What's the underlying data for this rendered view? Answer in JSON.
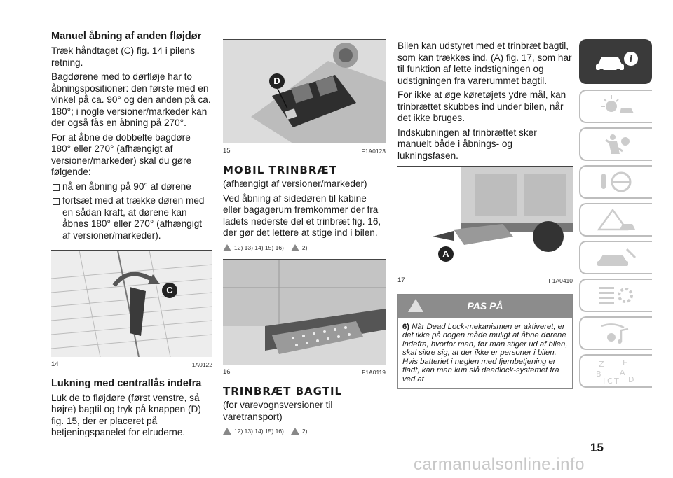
{
  "col1": {
    "heading": "Manuel åbning af anden fløjdør",
    "p1": "Træk håndtaget (C) fig. 14 i pilens retning.",
    "p2": "Bagdørene med to dørfløje har to åbningspositioner: den første med en vinkel på ca. 90° og den anden på ca. 180°; i nogle versioner/markeder kan der også fås en åbning på 270°.",
    "p3": "For at åbne de dobbelte bagdøre 180° eller 270° (afhængigt af versioner/markeder) skal du gøre følgende:",
    "bullet1": "nå en åbning på 90° af dørene",
    "bullet2": "fortsæt med at trække døren med en sådan kraft, at dørene kan åbnes 180° eller 270° (afhængigt af versioner/markeder).",
    "fig_num": "14",
    "fig_code": "F1A0122",
    "fig_marker": "C",
    "heading2": "Lukning med centrallås indefra",
    "p4": "Luk de to fløjdøre (først venstre, så højre) bagtil og tryk på knappen (D) fig. 15, der er placeret på betjeningspanelet for elruderne."
  },
  "col2": {
    "fig_num": "15",
    "fig_code": "F1A0123",
    "fig_marker": "D",
    "heading1": "MOBIL TRINBRÆT",
    "p1": "(afhængigt af versioner/markeder)",
    "p2": "Ved åbning af sidedøren til kabine eller bagagerum fremkommer der fra ladets nederste del et trinbræt fig. 16, der gør det lettere at stige ind i bilen.",
    "refs1": "12) 13) 14) 15) 16)",
    "refs1b": "2)",
    "fig2_num": "16",
    "fig2_code": "F1A0119",
    "heading2": "TRINBRÆT BAGTIL",
    "p3": "(for varevognsversioner til varetransport)",
    "refs2": "12) 13) 14) 15) 16)",
    "refs2b": "2)"
  },
  "col3": {
    "p1": "Bilen kan udstyret med et trinbræt bagtil, som kan trækkes ind, (A) fig. 17, som har til funktion af lette indstigningen og udstigningen fra varerummet bagtil.",
    "p2": "For ikke at øge køretøjets ydre mål, kan trinbrættet skubbes ind under bilen, når det ikke bruges.",
    "p3": "Indskubningen af trinbrættet sker manuelt både i åbnings- og lukningsfasen.",
    "fig_num": "17",
    "fig_code": "F1A0410",
    "fig_marker": "A",
    "caution_title": "PAS PÅ",
    "caution_num": "6)",
    "caution_text": "Når Dead Lock-mekanismen er aktiveret, er det ikke på nogen måde muligt at åbne dørene indefra, hvorfor man, før man stiger ud af bilen, skal sikre sig, at der ikke er personer i bilen. Hvis batteriet i nøglen med fjernbetjening er fladt, kan man kun slå deadlock-systemet fra ved at"
  },
  "sidebar": {
    "tabs": [
      "car-info-icon",
      "light-icon",
      "airbag-icon",
      "steering-icon",
      "warning-road-icon",
      "service-icon",
      "specs-gear-icon",
      "media-icon",
      "index-letters-icon"
    ],
    "index_letters": [
      "Z",
      "E",
      "B",
      "A",
      "C",
      "T",
      "D",
      "I"
    ]
  },
  "page_number": "15",
  "watermark": "carmanualsonline.info"
}
